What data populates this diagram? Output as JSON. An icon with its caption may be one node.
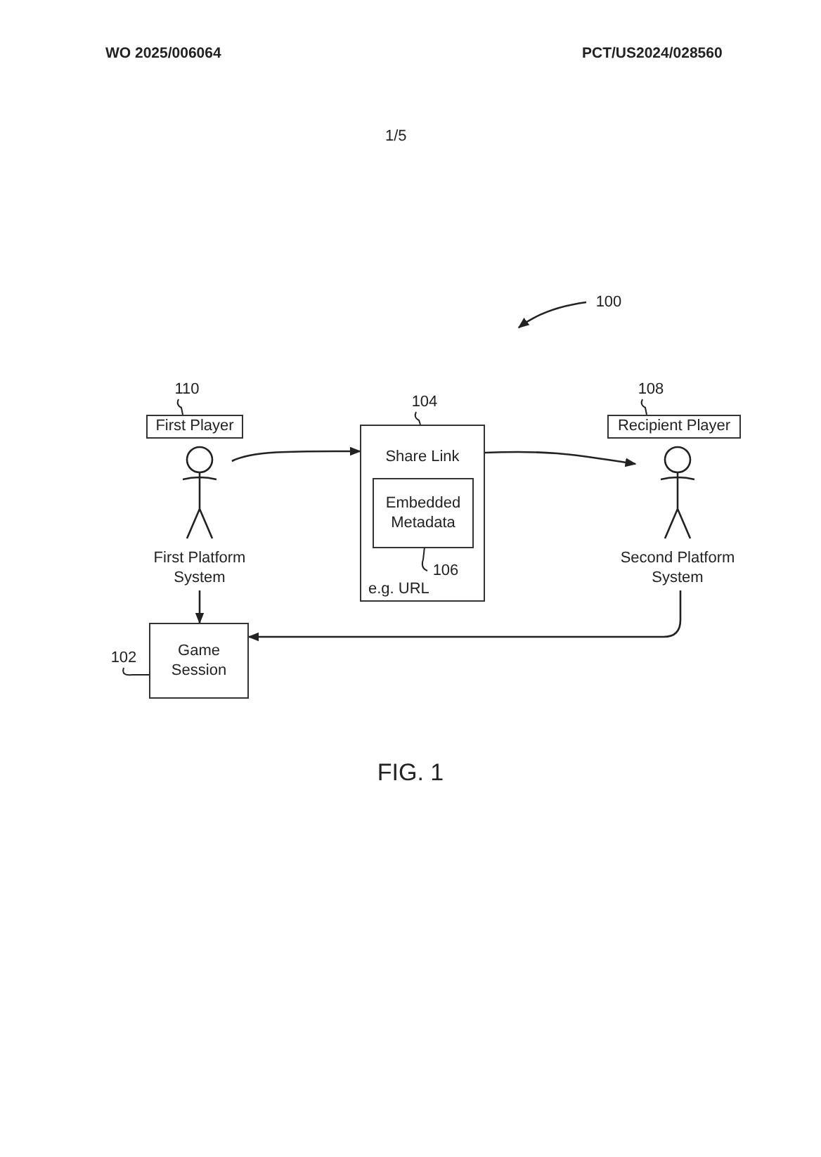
{
  "diagram": {
    "caption": "FIG. 1",
    "nodes": [
      {
        "text": [
          "110"
        ]
      },
      {
        "text": [
          "First Player"
        ]
      },
      {
        "text": [],
        "shape": "person",
        "beside": [
          "First Platform System"
        ]
      },
      {
        "text": [
          "104"
        ]
      },
      {
        "text": [
          "Share Link",
          "e.g. URL"
        ]
      },
      {
        "text": [
          "Embedded Metadata"
        ],
        "in": 4
      },
      {
        "text": [
          "106"
        ],
        "in": 4
      },
      {
        "text": [
          "108"
        ]
      },
      {
        "text": [
          "Recipient Player"
        ]
      },
      {
        "text": [],
        "shape": "person",
        "beside": [
          "Second Platform System"
        ]
      },
      {
        "text": [
          "102"
        ]
      },
      {
        "text": [
          "Game Session"
        ]
      },
      {
        "text": [
          "100"
        ]
      }
    ],
    "edges": [
      {
        "from": 0,
        "to": 1,
        "arrow": "none"
      },
      {
        "from": 3,
        "to": 4,
        "arrow": "none"
      },
      {
        "from": 6,
        "to": 5,
        "arrow": "none"
      },
      {
        "from": 7,
        "to": 8,
        "arrow": "none"
      },
      {
        "from": 10,
        "to": 11,
        "arrow": "none"
      },
      {
        "from": 2,
        "to": 4,
        "arrow": "to"
      },
      {
        "from": 4,
        "to": 9,
        "arrow": "to"
      },
      {
        "from": 2,
        "to": 11,
        "arrow": "to"
      },
      {
        "from": 9,
        "to": 11,
        "arrow": "to"
      },
      {
        "from": 12,
        "to": null,
        "arrow": "to"
      }
    ],
    "labels": [
      "WO 2025/006064",
      "PCT/US2024/028560",
      "1/5"
    ]
  }
}
